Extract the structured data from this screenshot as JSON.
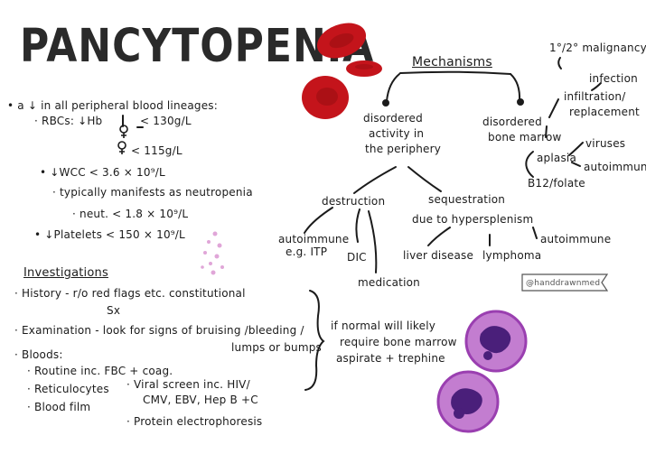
{
  "title": "PANCYTOPENIA",
  "definition": {
    "line1": "• a ↓ in all peripheral blood lineages:",
    "rbc_label": "· RBCs: ↓Hb",
    "male_value": "< 130g/L",
    "female_value": "< 115g/L",
    "wcc": "• ↓WCC < 3.6 × 10⁹/L",
    "neutro1": "· typically manifests as neutropenia",
    "neutro2": "· neut. < 1.8 × 10⁹/L",
    "platelets": "• ↓Platelets < 150 × 10⁹/L"
  },
  "investigations": {
    "heading": "Investigations",
    "history": "· History - r/o red flags etc. constitutional",
    "history2": "Sx",
    "exam": "· Examination - look for signs of bruising /bleeding /",
    "exam2": "lumps or bumps",
    "bloods": "· Bloods:",
    "routine": "· Routine inc. FBC + coag.",
    "retic": "· Reticulocytes",
    "film": "· Blood film",
    "viral1": "· Viral screen inc. HIV/",
    "viral2": "CMV, EBV, Hep B +C",
    "protein": "· Protein electrophoresis",
    "bracket_note1": "if normal will likely",
    "bracket_note2": "require bone marrow",
    "bracket_note3": "aspirate + trephine"
  },
  "mechanisms": {
    "heading": "Mechanisms",
    "periphery1": "disordered",
    "periphery2": "activity in",
    "periphery3": "the periphery",
    "destruction": "destruction",
    "sequestration1": "sequestration",
    "sequestration2": "due to hypersplenism",
    "autoimmune_itp1": "autoimmune",
    "autoimmune_itp2": "e.g. ITP",
    "dic": "DIC",
    "medication": "medication",
    "liver": "liver disease",
    "lymphoma": "lymphoma",
    "autoimmune2": "autoimmune",
    "marrow1": "disordered",
    "marrow2": "bone marrow",
    "malignancy1": "1°/2° malignancy",
    "infection": "infection",
    "infiltration1": "infiltration/",
    "infiltration2": "replacement",
    "aplasia": "aplasia",
    "viruses": "viruses",
    "autoimmune3": "autoimmune",
    "b12": "B12/folate"
  },
  "watermark": "@handdrawnmed",
  "colors": {
    "ink": "#1b1b1b",
    "rbc": "#c4141b",
    "rbc_dark": "#8e0a10",
    "cell_purple": "#9a3fb0",
    "nucleus": "#4a1f7a",
    "platelet_pink": "#e0a6d8"
  }
}
